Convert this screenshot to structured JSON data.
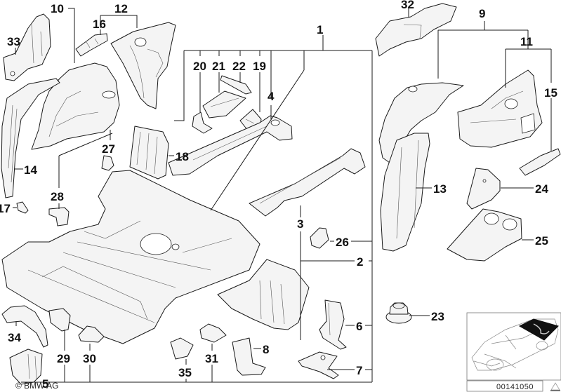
{
  "diagram": {
    "title": "Rear floor / wheel arch body parts exploded view",
    "copyright": "© BMW AG",
    "diagram_number": "00141050",
    "callouts": [
      {
        "id": "1",
        "label": "1"
      },
      {
        "id": "2",
        "label": "2"
      },
      {
        "id": "3",
        "label": "3"
      },
      {
        "id": "4",
        "label": "4"
      },
      {
        "id": "5",
        "label": "5"
      },
      {
        "id": "6",
        "label": "6"
      },
      {
        "id": "7",
        "label": "7"
      },
      {
        "id": "8",
        "label": "8"
      },
      {
        "id": "9",
        "label": "9"
      },
      {
        "id": "10",
        "label": "10"
      },
      {
        "id": "11",
        "label": "11"
      },
      {
        "id": "12",
        "label": "12"
      },
      {
        "id": "13",
        "label": "13"
      },
      {
        "id": "14",
        "label": "14"
      },
      {
        "id": "15",
        "label": "15"
      },
      {
        "id": "16",
        "label": "16"
      },
      {
        "id": "17",
        "label": "17"
      },
      {
        "id": "18",
        "label": "18"
      },
      {
        "id": "19",
        "label": "19"
      },
      {
        "id": "20",
        "label": "20"
      },
      {
        "id": "21",
        "label": "21"
      },
      {
        "id": "22",
        "label": "22"
      },
      {
        "id": "23",
        "label": "23"
      },
      {
        "id": "24",
        "label": "24"
      },
      {
        "id": "25",
        "label": "25"
      },
      {
        "id": "26",
        "label": "26"
      },
      {
        "id": "27",
        "label": "27"
      },
      {
        "id": "28",
        "label": "28"
      },
      {
        "id": "29",
        "label": "29"
      },
      {
        "id": "30",
        "label": "30"
      },
      {
        "id": "31",
        "label": "31"
      },
      {
        "id": "32",
        "label": "32"
      },
      {
        "id": "33",
        "label": "33"
      },
      {
        "id": "34",
        "label": "34"
      },
      {
        "id": "35",
        "label": "35"
      }
    ],
    "locator_thumbnail": {
      "description": "Car silhouette with highlighted rear floor area",
      "highlight_color": "#111111",
      "icon": "warning-triangle-icon"
    }
  }
}
